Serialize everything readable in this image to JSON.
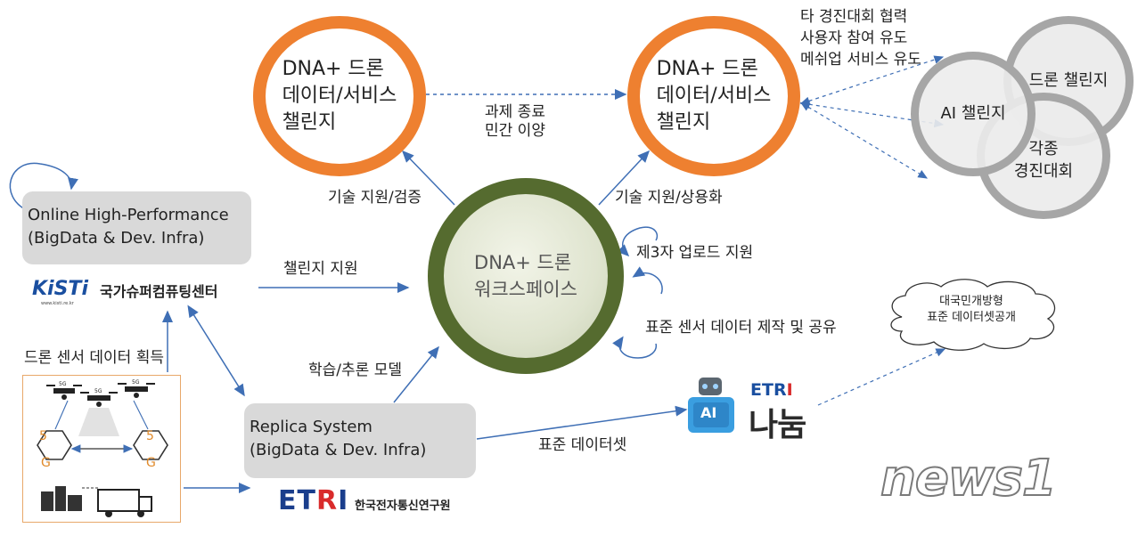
{
  "challenge_left": {
    "line1": "DNA+ 드론",
    "line2": "데이터/서비스",
    "line3": "챌린지"
  },
  "challenge_right": {
    "line1": "DNA+ 드론",
    "line2": "데이터/서비스",
    "line3": "챌린지"
  },
  "transfer_label": {
    "line1": "과제 종료",
    "line2": "민간 이양"
  },
  "hub": {
    "line1": "DNA+ 드론",
    "line2": "워크스페이스"
  },
  "labels": {
    "tech_support_verify": "기술 지원/검증",
    "tech_support_commercial": "기술 지원/상용화",
    "third_party_upload": "제3자 업로드 지원",
    "std_sensor_data": "표준 센서 데이터 제작 및 공유",
    "challenge_support": "챌린지 지원",
    "learning_model": "학습/추론 모델",
    "standard_dataset": "표준 데이터셋",
    "drone_sensor_acquire": "드론 센서 데이터 획득"
  },
  "other_contests": {
    "line1": "타 경진대회 협력",
    "line2": "사용자 참여 유도",
    "line3": "메쉬업 서비스 유도"
  },
  "venn": {
    "drone": "드론 챌린지",
    "ai": "AI 챌린지",
    "various_line1": "각종",
    "various_line2": "경진대회"
  },
  "online_box": {
    "line1": "Online High-Performance",
    "line2": "(BigData & Dev. Infra)"
  },
  "replica_box": {
    "line1": "Replica System",
    "line2": "(BigData & Dev. Infra)"
  },
  "kisti": {
    "logo": "KiSTi",
    "url": "www.kisti.re.kr",
    "name": "국가슈퍼컴퓨팅센터"
  },
  "etri": {
    "logo_e": "ET",
    "logo_r": "R",
    "logo_i": "I",
    "name": "한국전자통신연구원"
  },
  "cloud": {
    "line1": "대국민개방형",
    "line2": "표준 데이터셋공개"
  },
  "ai_nanum": {
    "etri_e": "ETR",
    "etri_i": "I",
    "nanum": "나눔",
    "ai_text": "AI"
  },
  "drone_panel": {
    "label_5g": "5G",
    "label_5": "5",
    "label_g": "G"
  },
  "watermark": "news1"
}
